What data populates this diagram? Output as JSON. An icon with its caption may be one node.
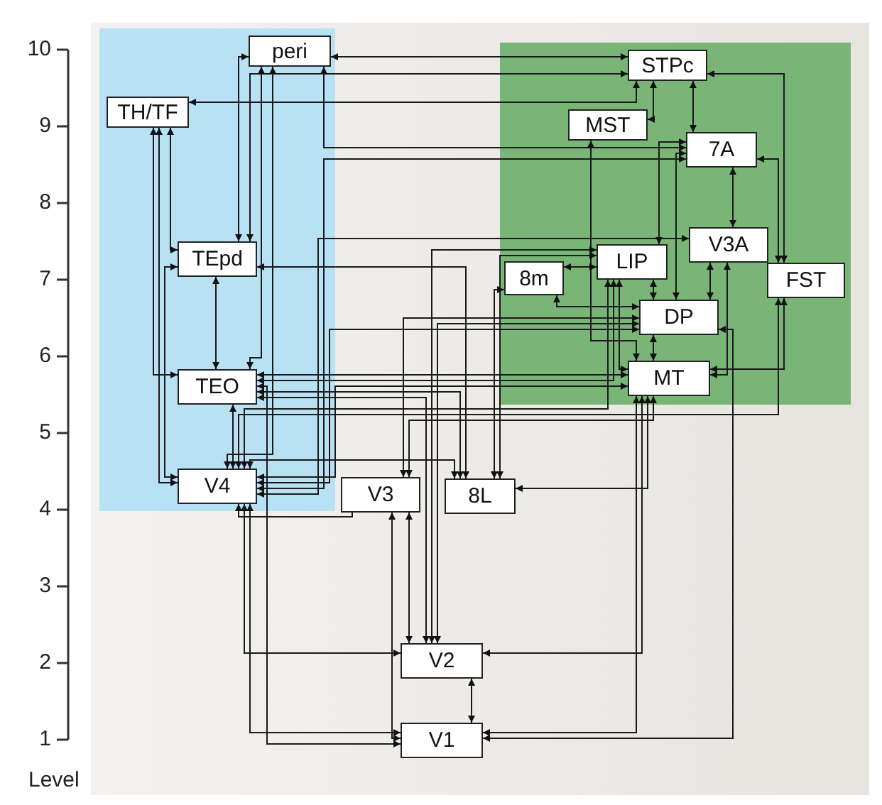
{
  "diagram": {
    "nodes": [
      {
        "text": [
          "peri"
        ]
      },
      {
        "text": [
          "TH/TF"
        ]
      },
      {
        "text": [
          "STPc"
        ]
      },
      {
        "text": [
          "MST"
        ]
      },
      {
        "text": [
          "7A"
        ]
      },
      {
        "text": [
          "TEpd"
        ]
      },
      {
        "text": [
          "LIP"
        ]
      },
      {
        "text": [
          "V3A"
        ]
      },
      {
        "text": [
          "8m"
        ]
      },
      {
        "text": [
          "FST"
        ]
      },
      {
        "text": [
          "DP"
        ]
      },
      {
        "text": [
          "TEO"
        ]
      },
      {
        "text": [
          "MT"
        ]
      },
      {
        "text": [
          "V4"
        ]
      },
      {
        "text": [
          "V3"
        ]
      },
      {
        "text": [
          "8L"
        ]
      },
      {
        "text": [
          "V2"
        ]
      },
      {
        "text": [
          "V1"
        ]
      }
    ],
    "edges": [
      {
        "from": 17,
        "to": 16,
        "arrow": "both"
      },
      {
        "from": 17,
        "to": 13,
        "arrow": "both"
      },
      {
        "from": 17,
        "to": 12,
        "arrow": "both"
      },
      {
        "from": 17,
        "to": 14,
        "arrow": "both"
      },
      {
        "from": 16,
        "to": 13,
        "arrow": "both"
      },
      {
        "from": 16,
        "to": 12,
        "arrow": "both"
      },
      {
        "from": 16,
        "to": 14,
        "arrow": "both"
      },
      {
        "from": 16,
        "to": 11,
        "arrow": "both"
      },
      {
        "from": 13,
        "to": 11,
        "arrow": "both"
      },
      {
        "from": 13,
        "to": 5,
        "arrow": "both"
      },
      {
        "from": 13,
        "to": 12,
        "arrow": "both"
      },
      {
        "from": 13,
        "to": 10,
        "arrow": "both"
      },
      {
        "from": 13,
        "to": 15,
        "arrow": "both"
      },
      {
        "from": 13,
        "to": 6,
        "arrow": "both"
      },
      {
        "from": 13,
        "to": 4,
        "arrow": "both"
      },
      {
        "from": 13,
        "to": 7,
        "arrow": "both"
      },
      {
        "from": 13,
        "to": 9,
        "arrow": "both"
      },
      {
        "from": 11,
        "to": 5,
        "arrow": "both"
      },
      {
        "from": 11,
        "to": 12,
        "arrow": "both"
      },
      {
        "from": 11,
        "to": 15,
        "arrow": "both"
      },
      {
        "from": 11,
        "to": 6,
        "arrow": "both"
      },
      {
        "from": 5,
        "to": 15,
        "arrow": "both"
      },
      {
        "from": 5,
        "to": 2,
        "arrow": "both"
      },
      {
        "from": 5,
        "to": 0,
        "arrow": "both"
      },
      {
        "from": 5,
        "to": 1,
        "arrow": "both"
      },
      {
        "from": 1,
        "to": 13,
        "arrow": "both"
      },
      {
        "from": 1,
        "to": 11,
        "arrow": "both"
      },
      {
        "from": 1,
        "to": 2,
        "arrow": "both"
      },
      {
        "from": 0,
        "to": 2,
        "arrow": "both"
      },
      {
        "from": 0,
        "to": 4,
        "arrow": "both"
      },
      {
        "from": 12,
        "to": 10,
        "arrow": "both"
      },
      {
        "from": 12,
        "to": 6,
        "arrow": "both"
      },
      {
        "from": 12,
        "to": 9,
        "arrow": "both"
      },
      {
        "from": 12,
        "to": 3,
        "arrow": "both"
      },
      {
        "from": 12,
        "to": 7,
        "arrow": "both"
      },
      {
        "from": 12,
        "to": 15,
        "arrow": "both"
      },
      {
        "from": 10,
        "to": 6,
        "arrow": "both"
      },
      {
        "from": 10,
        "to": 4,
        "arrow": "both"
      },
      {
        "from": 10,
        "to": 8,
        "arrow": "both"
      },
      {
        "from": 10,
        "to": 7,
        "arrow": "both"
      },
      {
        "from": 4,
        "to": 2,
        "arrow": "both"
      },
      {
        "from": 4,
        "to": 6,
        "arrow": "both"
      },
      {
        "from": 4,
        "to": 9,
        "arrow": "both"
      },
      {
        "from": 3,
        "to": 2,
        "arrow": "both"
      },
      {
        "from": 9,
        "to": 2,
        "arrow": "both"
      },
      {
        "from": 14,
        "to": 13,
        "arrow": "to"
      },
      {
        "from": 14,
        "to": 12,
        "arrow": "both"
      },
      {
        "from": 15,
        "to": 6,
        "arrow": "both"
      },
      {
        "from": 8,
        "to": 6,
        "arrow": "both"
      },
      {
        "from": 7,
        "to": 4,
        "arrow": "both"
      },
      {
        "from": 17,
        "to": 11,
        "arrow": "both"
      },
      {
        "from": 16,
        "to": 10,
        "arrow": "both"
      },
      {
        "from": 16,
        "to": 6,
        "arrow": "both"
      },
      {
        "from": 17,
        "to": 10,
        "arrow": "both"
      },
      {
        "from": 14,
        "to": 10,
        "arrow": "both"
      },
      {
        "from": 15,
        "to": 8,
        "arrow": "both"
      },
      {
        "from": 0,
        "to": 11,
        "arrow": "both"
      },
      {
        "from": 0,
        "to": 13,
        "arrow": "both"
      }
    ],
    "labels": [
      "10",
      "9",
      "8",
      "7",
      "6",
      "5",
      "4",
      "3",
      "2",
      "1",
      "Level"
    ]
  }
}
